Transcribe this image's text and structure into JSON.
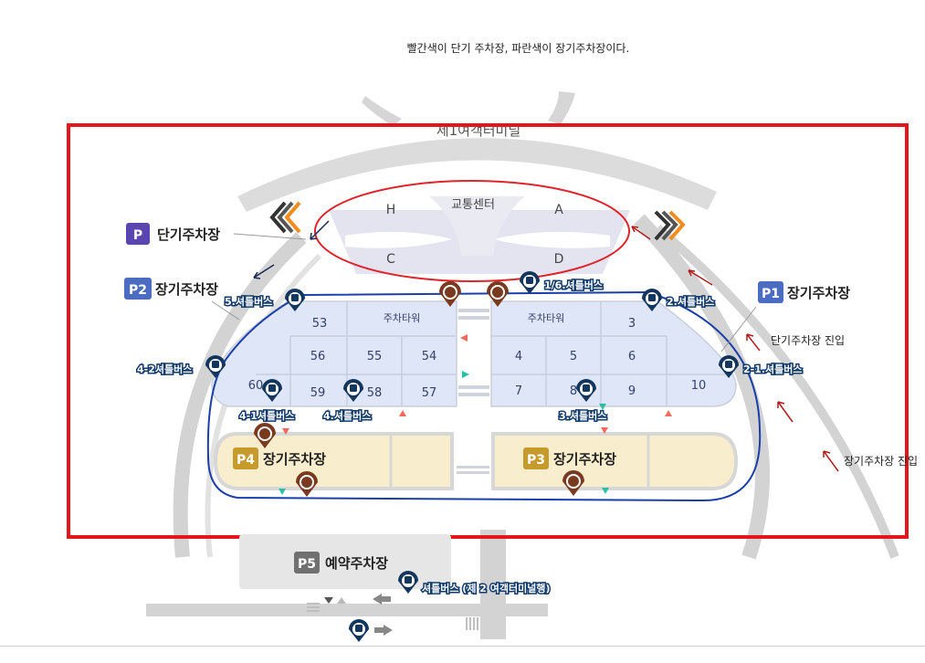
{
  "caption": "빨간색이 단기 주차장, 파란색이 장기주차장이다.",
  "terminal_name": "제1여객터미널",
  "transport_center": "교통센터",
  "zones": [
    "H",
    "A",
    "C",
    "D"
  ],
  "parking_tower_left": "주차타워",
  "parking_tower_right": "주차타워",
  "lots_left": [
    "53",
    "56",
    "55",
    "54",
    "60",
    "59",
    "58",
    "57"
  ],
  "lots_right": [
    "3",
    "4",
    "5",
    "6",
    "7",
    "8",
    "9",
    "10"
  ],
  "short_term": {
    "badge": "P",
    "label": "단기주차장"
  },
  "p1": {
    "badge": "P1",
    "label": "장기주차장"
  },
  "p2": {
    "badge": "P2",
    "label": "장기주차장"
  },
  "p3": {
    "badge": "P3",
    "label": "장기주차장"
  },
  "p4": {
    "badge": "P4",
    "label": "장기주차장"
  },
  "p5": {
    "badge": "P5",
    "label": "예약주차장"
  },
  "entry_short": "단기주차장 진입",
  "entry_long": "장기주차장 진입",
  "buses": {
    "b16": "1/6.셔틀버스",
    "b5": "5.셔틀버스",
    "b2": "2.셔틀버스",
    "b42": "4-2셔틀버스",
    "b21": "2-1.셔틀버스",
    "b41": "4-1셔틀버스",
    "b4": "4.셔틀버스",
    "b3": "3.셔틀버스",
    "b_t2": "셔틀버스 (제 2 여객터미널행)"
  },
  "colors": {
    "short_term_outline": "#e0242b",
    "long_term_outline": "#1a3fa8",
    "highlight_box": "#e3161c",
    "lot_fill": "#dfe6f7",
    "p34_fill": "#f8edcd",
    "badge_purple": "#5b45b0",
    "badge_blue": "#4b6cc1",
    "badge_gold": "#c79a2c",
    "badge_gray": "#707070"
  }
}
